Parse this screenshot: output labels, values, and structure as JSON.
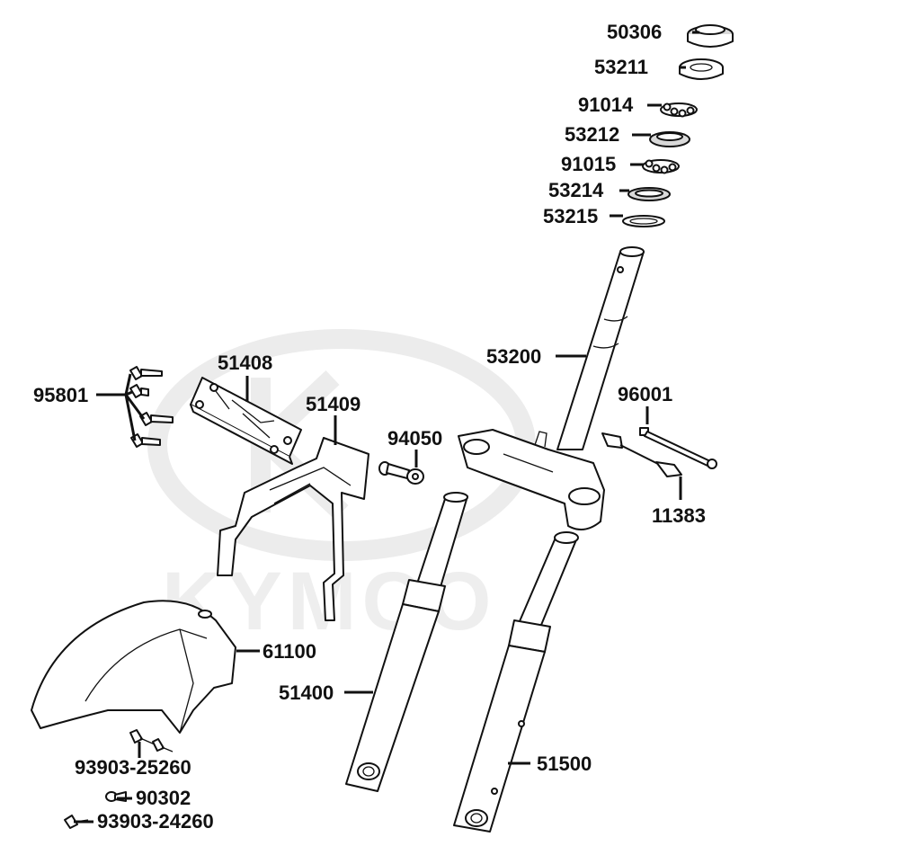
{
  "diagram": {
    "watermark": "KYMCO",
    "parts": [
      {
        "id": "50306",
        "label": "50306"
      },
      {
        "id": "53211",
        "label": "53211"
      },
      {
        "id": "91014",
        "label": "91014"
      },
      {
        "id": "53212",
        "label": "53212"
      },
      {
        "id": "91015",
        "label": "91015"
      },
      {
        "id": "53214",
        "label": "53214"
      },
      {
        "id": "53215",
        "label": "53215"
      },
      {
        "id": "53200",
        "label": "53200"
      },
      {
        "id": "96001",
        "label": "96001"
      },
      {
        "id": "11383",
        "label": "11383"
      },
      {
        "id": "94050",
        "label": "94050"
      },
      {
        "id": "51409",
        "label": "51409"
      },
      {
        "id": "51408",
        "label": "51408"
      },
      {
        "id": "95801",
        "label": "95801"
      },
      {
        "id": "61100",
        "label": "61100"
      },
      {
        "id": "51400",
        "label": "51400"
      },
      {
        "id": "51500",
        "label": "51500"
      },
      {
        "id": "93903-25260",
        "label": "93903-25260"
      },
      {
        "id": "90302",
        "label": "90302"
      },
      {
        "id": "93903-24260",
        "label": "93903-24260"
      }
    ]
  }
}
